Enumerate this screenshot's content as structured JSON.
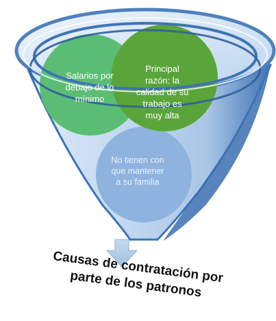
{
  "circles": {
    "salarios": "Salarios por\ndebajo de lo\nmínimo",
    "razon": "Principal\nrazón: la\ncalidad de su\ntrabajo es\nmuy alta",
    "familia": "No tienen con\nque mantener\na su familia"
  },
  "caption": "Causas de contratación por\nparte de los patronos",
  "colors": {
    "funnel": "#4f81bd",
    "circle_salarios": "#5bbd74",
    "circle_razon": "#5aa53a",
    "circle_familia": "#8fb3df",
    "arrow": "#aecbe9"
  }
}
